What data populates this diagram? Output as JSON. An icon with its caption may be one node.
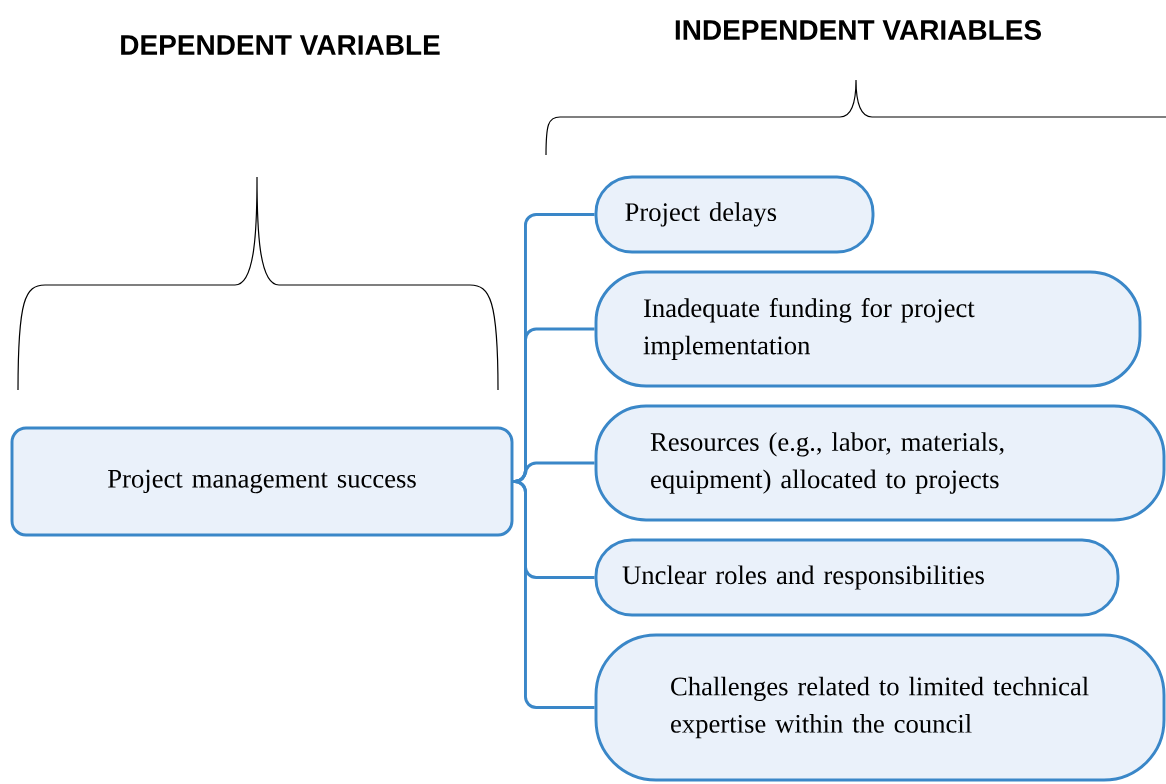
{
  "diagram": {
    "nodes": [
      {
        "text": [
          "Project management success"
        ]
      },
      {
        "text": [
          "Project delays"
        ]
      },
      {
        "text": [
          "Inadequate funding for project implementation"
        ]
      },
      {
        "text": [
          "Resources (e.g., labor, materials, equipment) allocated to projects"
        ]
      },
      {
        "text": [
          "Unclear roles and responsibilities"
        ]
      },
      {
        "text": [
          "Challenges related to limited technical expertise within the council"
        ]
      }
    ],
    "edges": [
      {
        "from": 0,
        "to": 1,
        "arrow": "none"
      },
      {
        "from": 0,
        "to": 2,
        "arrow": "none"
      },
      {
        "from": 0,
        "to": 3,
        "arrow": "none"
      },
      {
        "from": 0,
        "to": 4,
        "arrow": "none"
      },
      {
        "from": 0,
        "to": 5,
        "arrow": "none"
      }
    ],
    "labels": [
      "INDEPENDENT VARIABLES",
      "DEPENDENT VARIABLE"
    ]
  }
}
